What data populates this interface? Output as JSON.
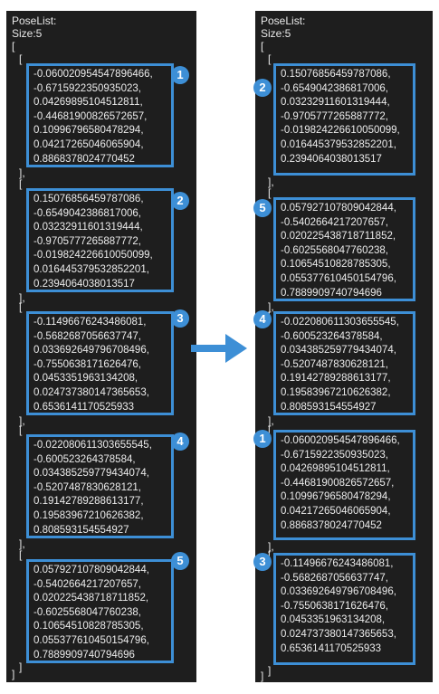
{
  "colors": {
    "accent": "#3d8fd6",
    "panel": "#1e1e1e",
    "text": "#e8e8e8"
  },
  "left": {
    "title": "PoseList:",
    "size": "Size:5",
    "open": "[",
    "close": "]",
    "items": [
      {
        "badge": "1",
        "open": "[",
        "close": "],",
        "values": [
          "-0.060020954547896466,",
          "-0.6715922350935023,",
          "0.04269895104512811,",
          "-0.44681900826572657,",
          "0.10996796580478294,",
          "0.04217265046065904,",
          "0.8868378024770452"
        ]
      },
      {
        "badge": "2",
        "open": "[",
        "close": "],",
        "values": [
          "0.15076856459787086,",
          "-0.6549042386817006,",
          "0.03232911601319444,",
          "-0.9705777265887772,",
          "-0.019824226610050099,",
          "0.016445379532852201,",
          "0.2394064038013517"
        ]
      },
      {
        "badge": "3",
        "open": "[",
        "close": "],",
        "values": [
          "-0.11496676243486081,",
          "-0.5682687056637747,",
          "0.033692649796708496,",
          "-0.7550638171626476,",
          "0.0453351963134208,",
          "0.024737380147365653,",
          "0.6536141170525933"
        ]
      },
      {
        "badge": "4",
        "open": "[",
        "close": "],",
        "values": [
          "-0.022080611303655545,",
          "-0.600523264378584,",
          "0.034385259779434074,",
          "-0.5207487830628121,",
          "0.19142789288613177,",
          "0.19583967210626382,",
          "0.808593154554927"
        ]
      },
      {
        "badge": "5",
        "open": "[",
        "close": "]",
        "values": [
          "0.057927107809042844,",
          "-0.5402664217207657,",
          "0.020225438718711852,",
          "-0.6025568047760238,",
          "0.10654510828785305,",
          "0.055377610450154796,",
          "0.7889909740794696"
        ]
      }
    ]
  },
  "right": {
    "title": "PoseList:",
    "size": "Size:5",
    "open": "[",
    "close": "]",
    "items": [
      {
        "badge": "2",
        "open": "[",
        "close": "],",
        "values": [
          "0.15076856459787086,",
          "-0.6549042386817006,",
          "0.03232911601319444,",
          "-0.9705777265887772,",
          "-0.019824226610050099,",
          "0.016445379532852201,",
          "0.2394064038013517"
        ]
      },
      {
        "badge": "5",
        "open": "[",
        "close": "],",
        "values": [
          "0.057927107809042844,",
          "-0.5402664217207657,",
          "0.020225438718711852,",
          "-0.6025568047760238,",
          "0.10654510828785305,",
          "0.055377610450154796,",
          "0.7889909740794696"
        ]
      },
      {
        "badge": "4",
        "open": "[",
        "close": "],",
        "values": [
          "-0.022080611303655545,",
          "-0.600523264378584,",
          "0.034385259779434074,",
          "-0.5207487830628121,",
          "0.19142789288613177,",
          "0.19583967210626382,",
          "0.808593154554927"
        ]
      },
      {
        "badge": "1",
        "open": "[",
        "close": "],",
        "values": [
          "-0.060020954547896466,",
          "-0.6715922350935023,",
          "0.04269895104512811,",
          "-0.44681900826572657,",
          "0.10996796580478294,",
          "0.04217265046065904,",
          "0.8868378024770452"
        ]
      },
      {
        "badge": "3",
        "open": "[",
        "close": "]",
        "values": [
          "-0.11496676243486081,",
          "-0.5682687056637747,",
          "0.033692649796708496,",
          "-0.7550638171626476,",
          "0.0453351963134208,",
          "0.024737380147365653,",
          "0.6536141170525933"
        ]
      }
    ]
  }
}
